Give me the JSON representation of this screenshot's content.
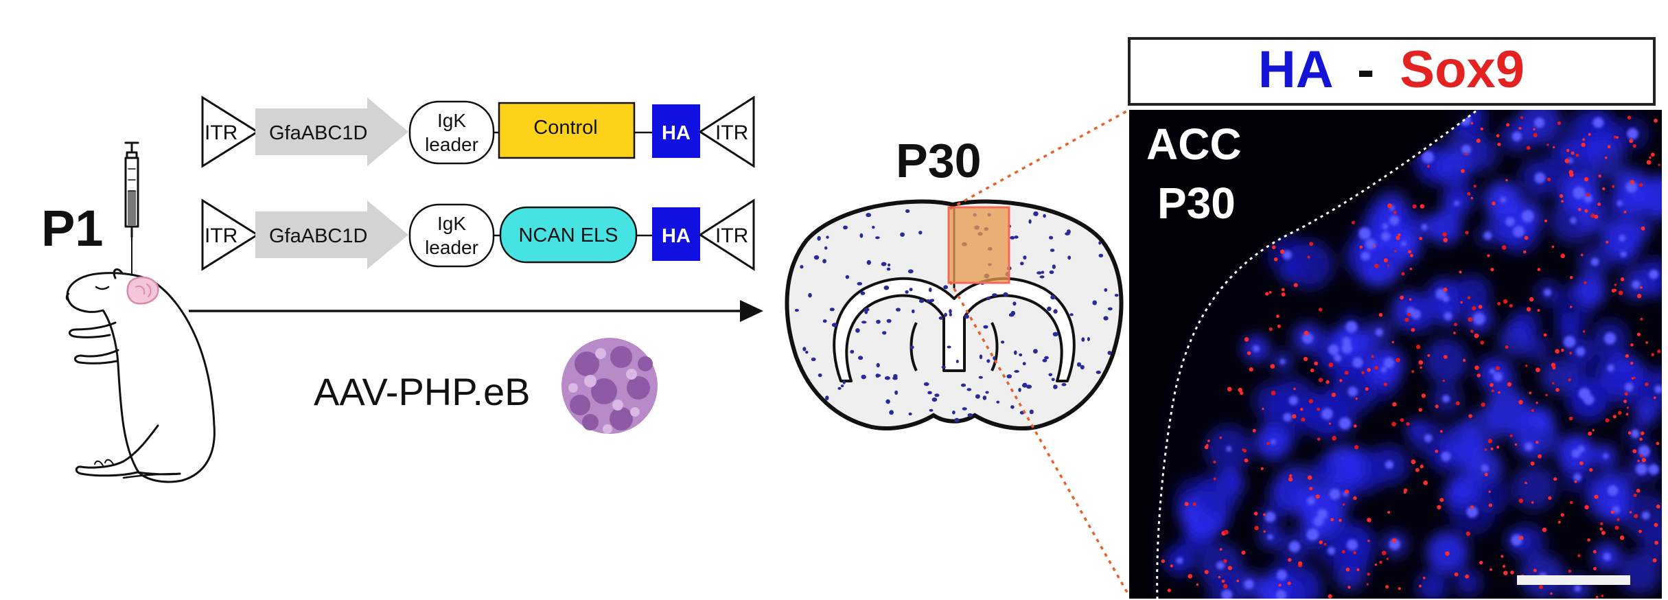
{
  "labels": {
    "p1": "P1",
    "p30": "P30",
    "virus": "AAV-PHP.eB"
  },
  "constructs": [
    {
      "itr_left": "ITR",
      "promoter": "GfaABC1D",
      "leader_line1": "IgK",
      "leader_line2": "leader",
      "insert": "Control",
      "tag": "HA",
      "itr_right": "ITR",
      "insert_color": "#FFD21A"
    },
    {
      "itr_left": "ITR",
      "promoter": "GfaABC1D",
      "leader_line1": "IgK",
      "leader_line2": "leader",
      "insert": "NCAN ELS",
      "tag": "HA",
      "itr_right": "ITR",
      "insert_color": "#47E3E3"
    }
  ],
  "micrograph": {
    "title_part1": "HA",
    "title_separator": "-",
    "title_part2": "Sox9",
    "region_line1": "ACC",
    "region_line2": "P30",
    "title_color1": "#1414D6",
    "title_color2": "#E32222"
  },
  "colors": {
    "tag_blue": "#1010E0",
    "promoter_gray": "#D3D3D3",
    "zoom_lines": "#E8602A",
    "roi_fill": "#E89A4C"
  }
}
